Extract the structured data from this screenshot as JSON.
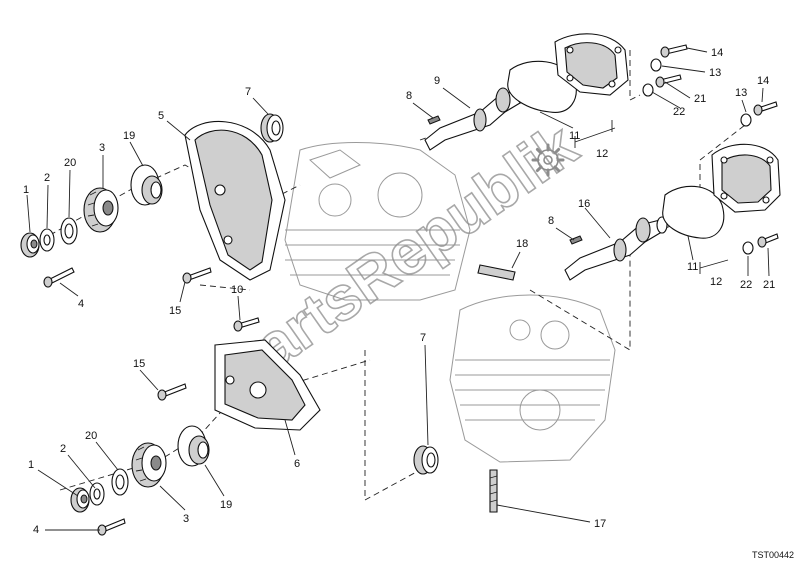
{
  "diagram": {
    "watermark": "PartsRepublik",
    "figure_code": "TST00442",
    "callouts": [
      "1",
      "2",
      "20",
      "3",
      "19",
      "5",
      "7",
      "4",
      "15",
      "10",
      "6",
      "15",
      "1",
      "2",
      "20",
      "3",
      "19",
      "4",
      "7",
      "17",
      "18",
      "9",
      "8",
      "11",
      "12",
      "14",
      "13",
      "21",
      "22",
      "14",
      "13",
      "16",
      "8",
      "11",
      "12",
      "22",
      "21"
    ]
  }
}
